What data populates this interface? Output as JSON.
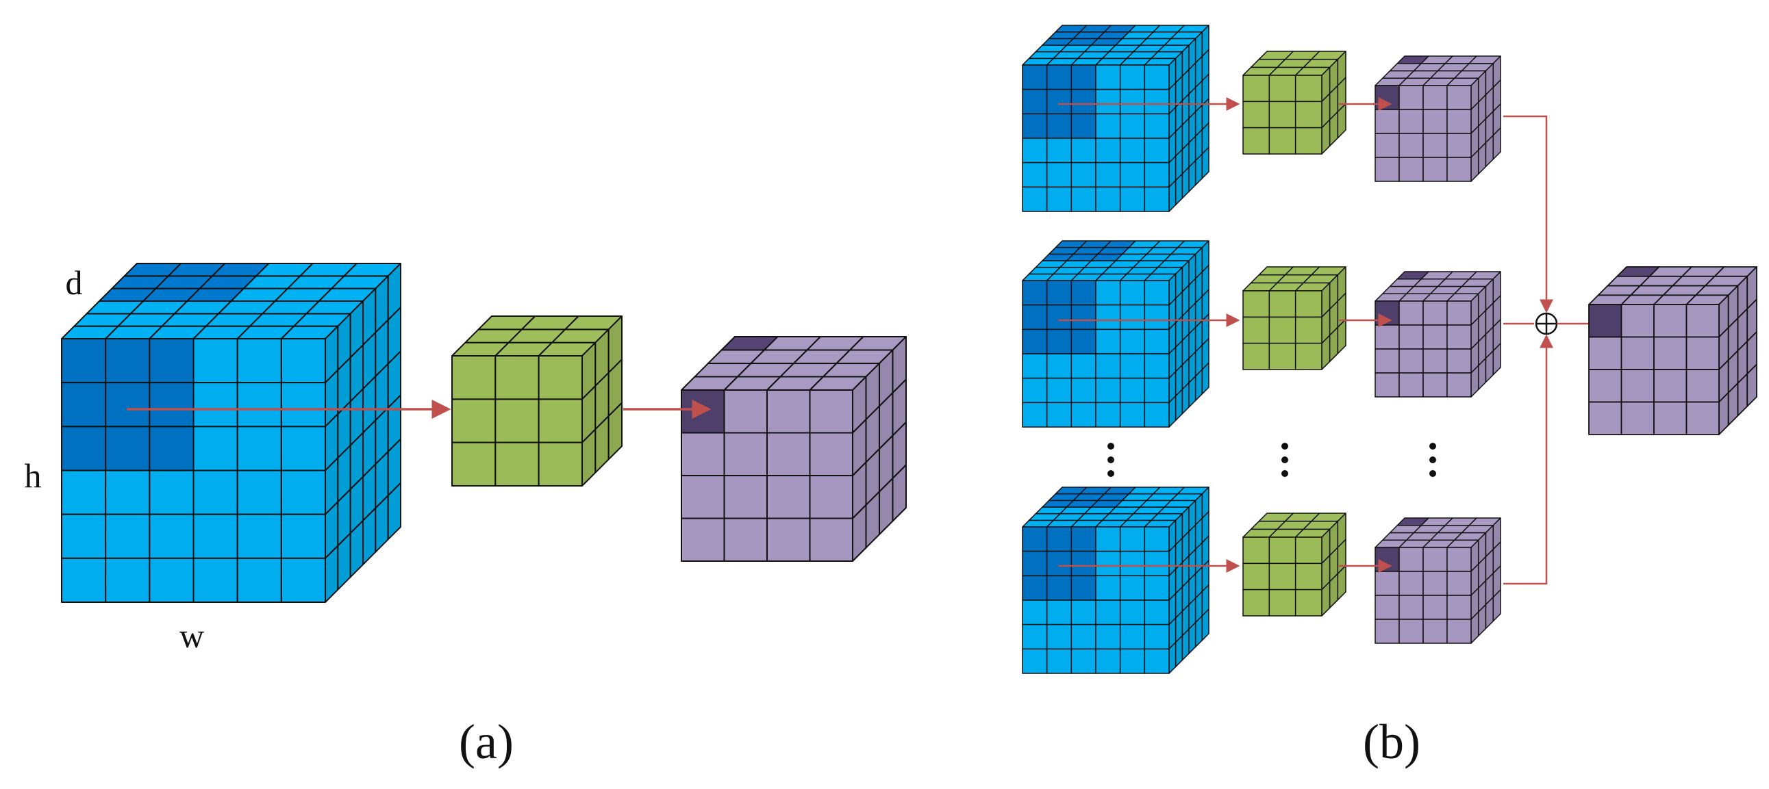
{
  "panel_a": {
    "caption": "(a)",
    "dims": {
      "depth": "d",
      "height": "h",
      "width": "w"
    },
    "input_grid": 6,
    "kernel_grid": 3,
    "output_grid": 4
  },
  "panel_b": {
    "caption": "(b)",
    "branches_shown": 3,
    "input_grid": 6,
    "kernel_grid": 3,
    "output_grid": 4,
    "sum_symbol": "⊕",
    "result_grid": 4
  },
  "colors": {
    "input_face": "#00aeef",
    "input_highlight": "#0070c0",
    "kernel_face": "#9bbb59",
    "output_face": "#a597bf",
    "output_highlight": "#4f3f6b",
    "arrow": "#c0504d"
  }
}
